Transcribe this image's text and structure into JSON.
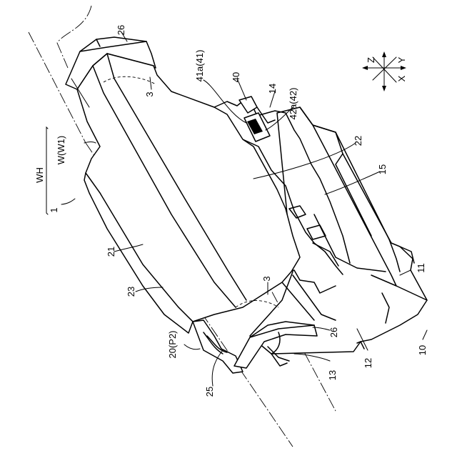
{
  "labels": {
    "l_26_top": "26",
    "l_3_top": "3",
    "l_41a": "41a(41)",
    "l_40": "40",
    "l_14": "14",
    "l_42a": "42a(42)",
    "l_wh": "WH",
    "l_w": "W(W1)",
    "l_1": "1",
    "l_22": "22",
    "l_15": "15",
    "l_21": "21",
    "l_11": "11",
    "l_3_bot": "3",
    "l_23": "23",
    "l_26_bot": "26",
    "l_20": "20(P2)",
    "l_10": "10",
    "l_12": "12",
    "l_13": "13",
    "l_25": "25"
  },
  "axes": {
    "z": "Z",
    "y": "Y",
    "x": "X"
  }
}
